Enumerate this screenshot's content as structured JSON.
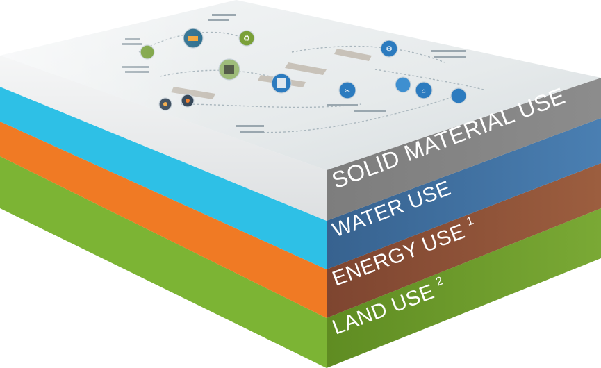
{
  "layers": [
    {
      "id": "solid",
      "label": "SOLID MATERIAL USE",
      "superscript": "",
      "side_color": "#777777",
      "edge_color": "#cfcfcf"
    },
    {
      "id": "water",
      "label": "WATER USE",
      "superscript": "",
      "side_color": "#3d6c9c",
      "edge_color": "#2ec0e6"
    },
    {
      "id": "energy",
      "label": "ENERGY USE",
      "superscript": "1",
      "side_color": "#8a4f35",
      "edge_color": "#f07a24"
    },
    {
      "id": "land",
      "label": "LAND USE",
      "superscript": "2",
      "side_color": "#6e9a2c",
      "edge_color": "#7cb434"
    }
  ],
  "top_surface": {
    "background": "#eceff0",
    "icons": [
      "factory-icon",
      "recycle-icon",
      "truck-icon",
      "building-icon",
      "tools-icon",
      "gear-icon",
      "fire-icon",
      "leaf-icon",
      "water-drop-icon",
      "home-icon",
      "box-icon",
      "city-icon"
    ]
  }
}
